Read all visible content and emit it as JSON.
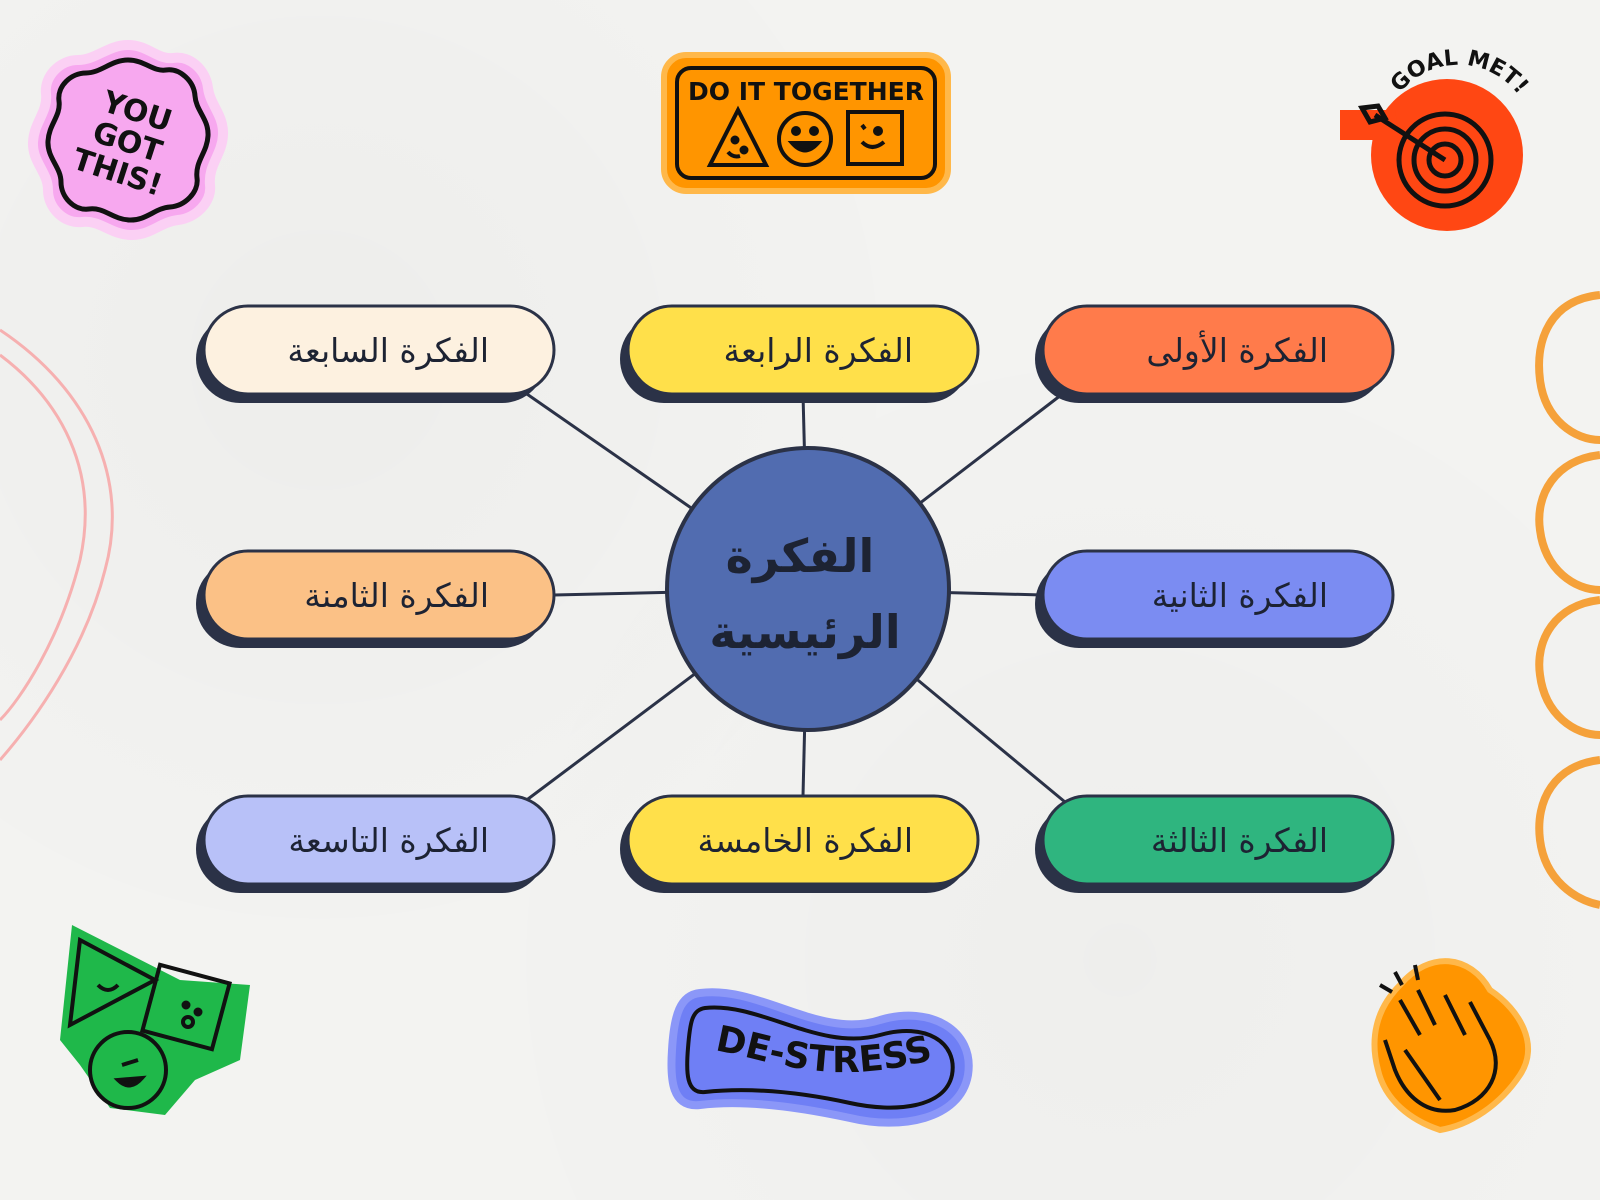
{
  "center": {
    "line1": "الفكرة",
    "line2": "الرئيسية",
    "color": "#516cb0"
  },
  "ideas": [
    {
      "label": "الفكرة الأولى",
      "color": "#ff7b4b"
    },
    {
      "label": "الفكرة الثانية",
      "color": "#7b8cf2"
    },
    {
      "label": "الفكرة الثالثة",
      "color": "#2fb57f"
    },
    {
      "label": "الفكرة الرابعة",
      "color": "#ffe04a"
    },
    {
      "label": "الفكرة الخامسة",
      "color": "#ffe04a"
    },
    {
      "label": "الفكرة السابعة",
      "color": "#fdf1e0"
    },
    {
      "label": "الفكرة الثامنة",
      "color": "#fbc186"
    },
    {
      "label": "الفكرة التاسعة",
      "color": "#b8c1f8"
    }
  ],
  "stickers": {
    "you_got_this": [
      "YOU",
      "GOT",
      "THIS!"
    ],
    "do_it_together": "DO IT TOGETHER",
    "goal_met": "GOAL MET!",
    "de_stress": "DE-STRESS"
  },
  "colors": {
    "outline": "#2b3247",
    "shadow": "#2b3247",
    "connector": "#2b3247",
    "pink_sticker": "#f7a8ef",
    "orange_sticker": "#ff9500",
    "red_sticker": "#ff4713",
    "blue_sticker": "#6f7ff5",
    "green_sticker": "#1fb84a",
    "orange_line": "#f5a13a",
    "pink_line": "#f6b0b0"
  },
  "icons": [
    "triangle-face-icon",
    "smiley-face-icon",
    "square-face-icon",
    "target-arrow-icon",
    "shapes-faces-icon",
    "clapping-hands-icon"
  ]
}
